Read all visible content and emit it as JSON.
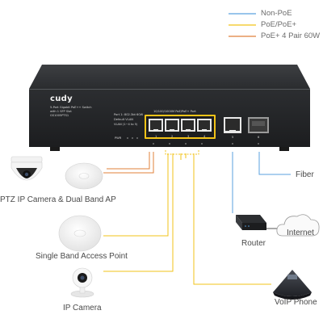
{
  "legend": [
    {
      "label": "Non-PoE",
      "color": "#5aa2df"
    },
    {
      "label": "PoE/PoE+",
      "color": "#f2c318"
    },
    {
      "label": "PoE+ 4 Pair 60W",
      "color": "#e0813a"
    }
  ],
  "switch": {
    "brand": "cudy",
    "model_line1": "5-Port Gigabit PoE++ Switch",
    "model_line2": "with 1 SFP Slot",
    "model_code": "GS1005PTS1",
    "info_line1": "Port 1: 802.3bt 60W",
    "info_line2": "Default VLAN",
    "info_line3": "VLAN (1~4 to 5)",
    "ports_header": "10/100/1000M PoE/PoE+ Port",
    "power_label": "PWR",
    "port_numbers": [
      "1",
      "2",
      "3",
      "4",
      "5",
      "6"
    ]
  },
  "devices": {
    "ptz_camera": "PTZ IP Camera & Dual Band AP",
    "single_ap": "Single Band Access Point",
    "ip_camera": "IP Camera",
    "fiber": "Fiber",
    "router": "Router",
    "internet": "Internet",
    "voip_phone": "VoIP Phone"
  }
}
